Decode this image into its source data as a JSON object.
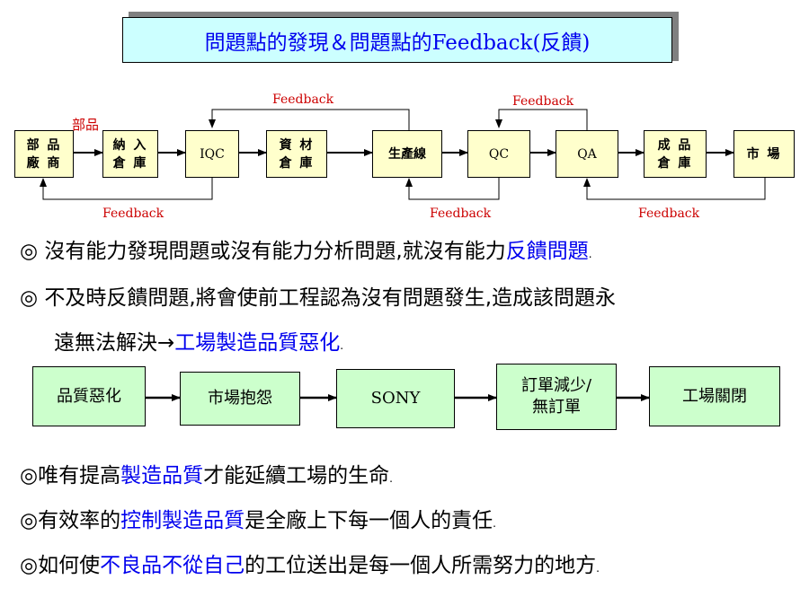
{
  "title": "問題點的發現＆問題點的Feedback(反饋)",
  "parts_label": "部品",
  "process": [
    {
      "id": "supplier",
      "lines": [
        "部 品",
        "廠 商"
      ]
    },
    {
      "id": "storage-in",
      "lines": [
        "納 入",
        "倉 庫"
      ]
    },
    {
      "id": "iqc",
      "lines": [
        "IQC"
      ]
    },
    {
      "id": "material",
      "lines": [
        "資 材",
        "倉 庫"
      ]
    },
    {
      "id": "production",
      "lines": [
        "生產線"
      ]
    },
    {
      "id": "qc",
      "lines": [
        "QC"
      ]
    },
    {
      "id": "qa",
      "lines": [
        "QA"
      ]
    },
    {
      "id": "finished",
      "lines": [
        "成 品",
        "倉 庫"
      ]
    },
    {
      "id": "market",
      "lines": [
        "市 場"
      ]
    }
  ],
  "feedback_labels": {
    "top_left": "Feedback",
    "top_right": "Feedback",
    "bottom_left": "Feedback",
    "bottom_mid": "Feedback",
    "bottom_right": "Feedback"
  },
  "bullets": {
    "b1": {
      "prefix": "◎ 沒有能力發現問題或沒有能力分析問題,就沒有能力",
      "highlight": "反饋問題",
      "suffix": "."
    },
    "b2": {
      "line1": "◎ 不及時反饋問題,將會使前工程認為沒有問題發生,造成該問題永",
      "line2_prefix": "遠無法解決→",
      "line2_highlight": "工場製造品質惡化",
      "line2_suffix": "."
    },
    "b3": {
      "prefix": "◎唯有提高",
      "highlight": "製造品質",
      "suffix": "才能延續工場的生命",
      "end": "."
    },
    "b4": {
      "prefix": "◎有效率的",
      "highlight": "控制製造品質",
      "suffix": "是全廠上下每一個人的責任",
      "end": "."
    },
    "b5": {
      "prefix": "◎如何使",
      "highlight": "不良品不從自己",
      "suffix": "的工位送出是每一個人所需努力的地方",
      "end": "."
    }
  },
  "chain": [
    {
      "id": "quality-deteriorate",
      "lines": [
        "品質惡化"
      ]
    },
    {
      "id": "market-complaint",
      "lines": [
        "市場抱怨"
      ]
    },
    {
      "id": "sony",
      "lines": [
        "SONY"
      ]
    },
    {
      "id": "order-decrease",
      "lines": [
        "訂單減少/",
        "無訂單"
      ]
    },
    {
      "id": "factory-close",
      "lines": [
        "工場關閉"
      ]
    }
  ]
}
